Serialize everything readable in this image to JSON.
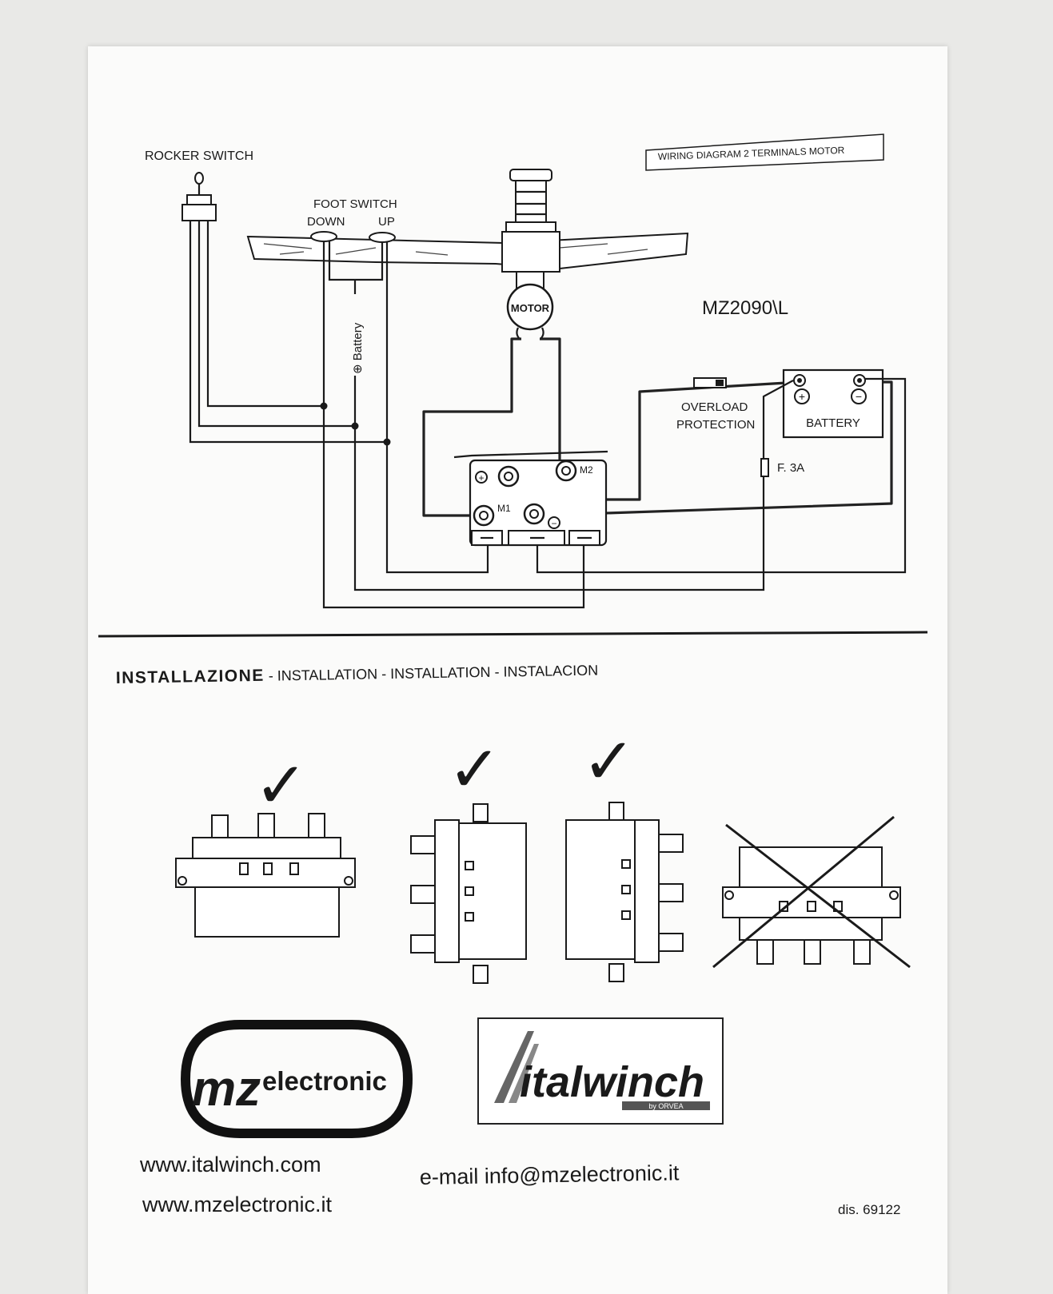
{
  "diagram": {
    "title_box": "WIRING DIAGRAM 2 TERMINALS MOTOR",
    "model": "MZ2090\\L",
    "rocker_switch": "ROCKER  SWITCH",
    "foot_switch": "FOOT  SWITCH",
    "down": "DOWN",
    "up": "UP",
    "battery_vertical": "⊕ Battery",
    "motor": "MOTOR",
    "overload_1": "OVERLOAD",
    "overload_2": "PROTECTION",
    "battery": "BATTERY",
    "fuse": "F.  3A",
    "m1": "M1",
    "m2": "M2",
    "plus": "+",
    "minus": "−"
  },
  "installation": {
    "heading_bold": "INSTALLAZIONE",
    "heading_rest": " - INSTALLATION - INSTALLATION - INSTALACION",
    "check_mark": "✓",
    "cross_mark": "✗"
  },
  "logos": {
    "mz_big": "mz",
    "mz_small": "electronic",
    "italwinch": "italwinch",
    "italwinch_sub": "by ORVEA"
  },
  "contacts": {
    "web1": "www.italwinch.com",
    "web2": "www.mzelectronic.it",
    "email": "e-mail info@mzelectronic.it",
    "dis": "dis. 69122"
  }
}
